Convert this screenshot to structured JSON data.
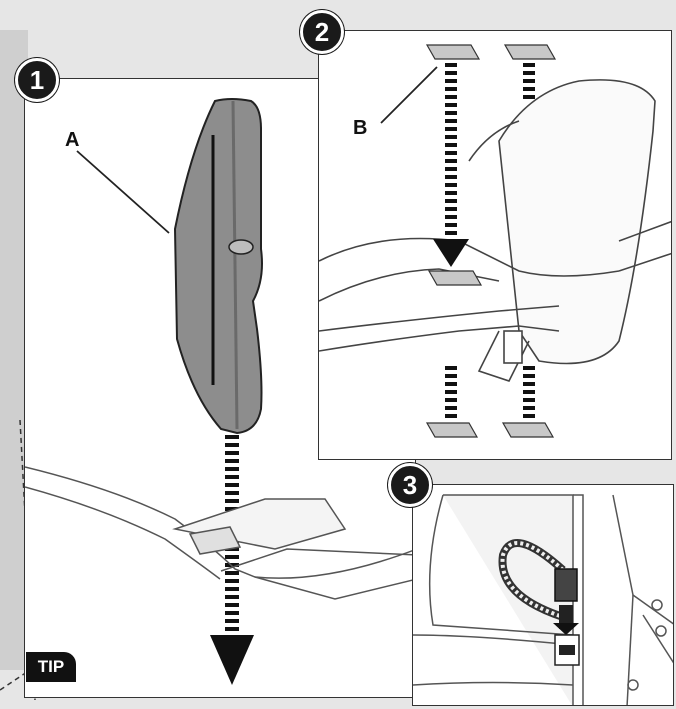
{
  "steps": [
    {
      "number": "1"
    },
    {
      "number": "2"
    },
    {
      "number": "3"
    }
  ],
  "callouts": {
    "a": "A",
    "b": "B"
  },
  "tip_label": "TIP",
  "colors": {
    "background": "#e6e6e6",
    "panel": "#ffffff",
    "part_fill": "#8d8d8d",
    "badge": "#1a1a1a",
    "line": "#333333"
  }
}
